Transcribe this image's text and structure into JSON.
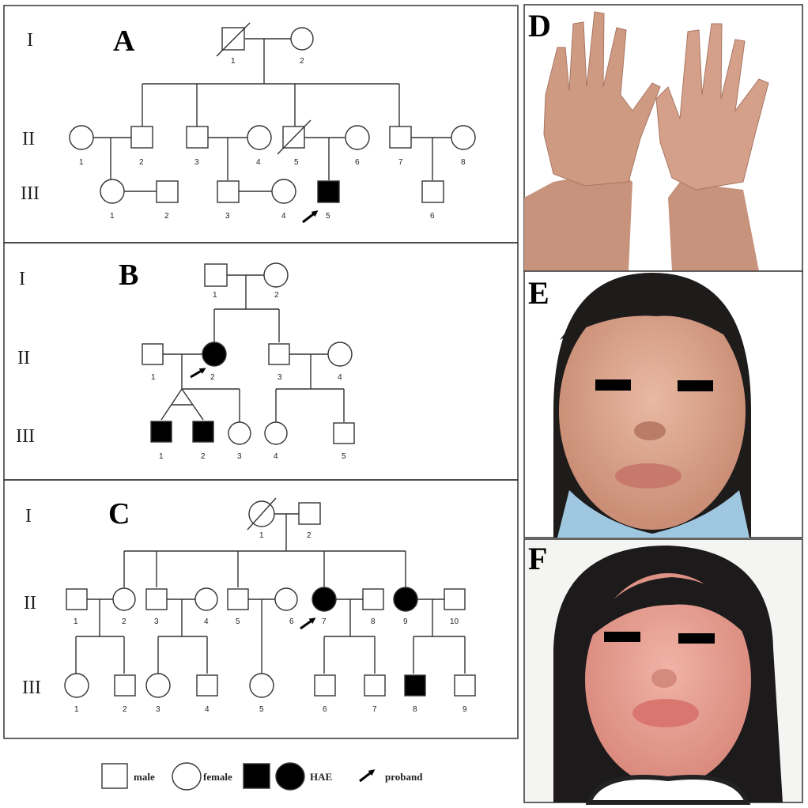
{
  "panels": {
    "A": {
      "label": "A",
      "generations": [
        "I",
        "II",
        "III"
      ],
      "ids": {
        "I": [
          "1",
          "2"
        ],
        "II": [
          "1",
          "2",
          "3",
          "4",
          "5",
          "6",
          "7",
          "8"
        ],
        "III": [
          "1",
          "2",
          "3",
          "4",
          "5",
          "6"
        ]
      }
    },
    "B": {
      "label": "B",
      "generations": [
        "I",
        "II",
        "III"
      ],
      "ids": {
        "I": [
          "1",
          "2"
        ],
        "II": [
          "1",
          "2",
          "3",
          "4"
        ],
        "III": [
          "1",
          "2",
          "3",
          "4",
          "5"
        ]
      }
    },
    "C": {
      "label": "C",
      "generations": [
        "I",
        "II",
        "III"
      ],
      "ids": {
        "I": [
          "1",
          "2"
        ],
        "II": [
          "1",
          "2",
          "3",
          "4",
          "5",
          "6",
          "7",
          "8",
          "9",
          "10"
        ],
        "III": [
          "1",
          "2",
          "3",
          "4",
          "5",
          "6",
          "7",
          "8",
          "9"
        ]
      }
    }
  },
  "photos": {
    "D": "D",
    "E": "E",
    "F": "F"
  },
  "legend": {
    "male": "male",
    "female": "female",
    "hae": "HAE",
    "proband": "proband"
  },
  "colors": {
    "affected": "#000000",
    "unaffected": "#ffffff",
    "skin": "#d9a48c",
    "hair": "#1c1a1a"
  }
}
